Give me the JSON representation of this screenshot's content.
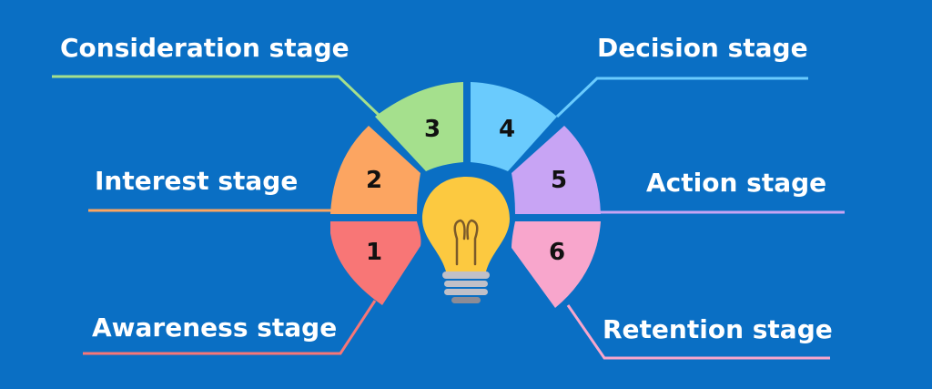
{
  "stages": [
    {
      "number": "1",
      "label": "Awareness stage",
      "color": "#F87676"
    },
    {
      "number": "2",
      "label": "Interest stage",
      "color": "#FCA561"
    },
    {
      "number": "3",
      "label": "Consideration stage",
      "color": "#A5E08D"
    },
    {
      "number": "4",
      "label": "Decision stage",
      "color": "#6ACBFD"
    },
    {
      "number": "5",
      "label": "Action stage",
      "color": "#C8A4F4"
    },
    {
      "number": "6",
      "label": "Retention stage",
      "color": "#F8A6CC"
    }
  ],
  "background": "#0A6FC4",
  "bulb": {
    "icon": "lightbulb-icon",
    "glass_color": "#FCC940",
    "base_color": "#C0C0C8"
  }
}
